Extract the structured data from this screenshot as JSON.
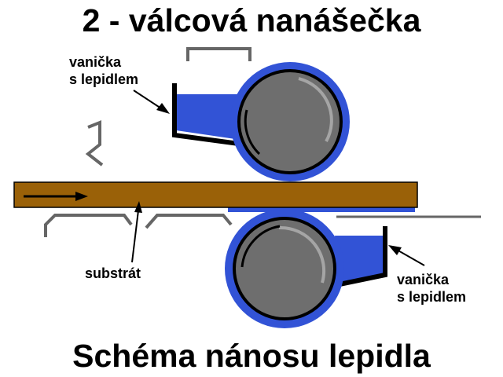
{
  "title_top": "2 - válcová nanášečka",
  "title_bottom": "Schéma nánosu lepidla",
  "labels": {
    "tray_top_line1": "vanička",
    "tray_top_line2": "s lepidlem",
    "substrate": "substrát",
    "tray_bottom_line1": "vanička",
    "tray_bottom_line2": "s lepidlem"
  },
  "colors": {
    "substrate": "#9a6108",
    "adhesive": "#3253d6",
    "roller": "#6e6e6e",
    "roller_highlight": "#a5a5a5",
    "guide": "#666666",
    "outline": "#000000"
  }
}
